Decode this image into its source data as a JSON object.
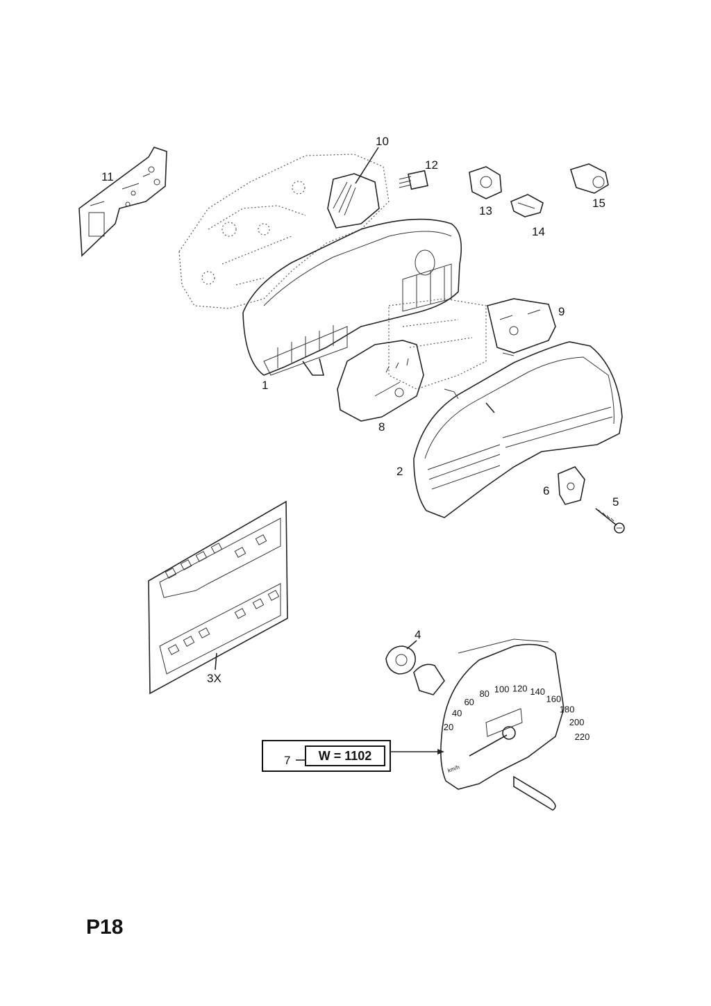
{
  "page_code": "P18",
  "callouts": {
    "c1": "1",
    "c2": "2",
    "c3x": "3X",
    "c4": "4",
    "c5": "5",
    "c6": "6",
    "c7": "7",
    "c8": "8",
    "c9": "9",
    "c10": "10",
    "c11": "11",
    "c12": "12",
    "c13": "13",
    "c14": "14",
    "c15": "15"
  },
  "variant_box": {
    "label": "W = 1102"
  },
  "speedo_scale": [
    "20",
    "40",
    "60",
    "80",
    "100",
    "120",
    "140",
    "160",
    "180",
    "200",
    "220"
  ],
  "speedo_unit": "km/h"
}
